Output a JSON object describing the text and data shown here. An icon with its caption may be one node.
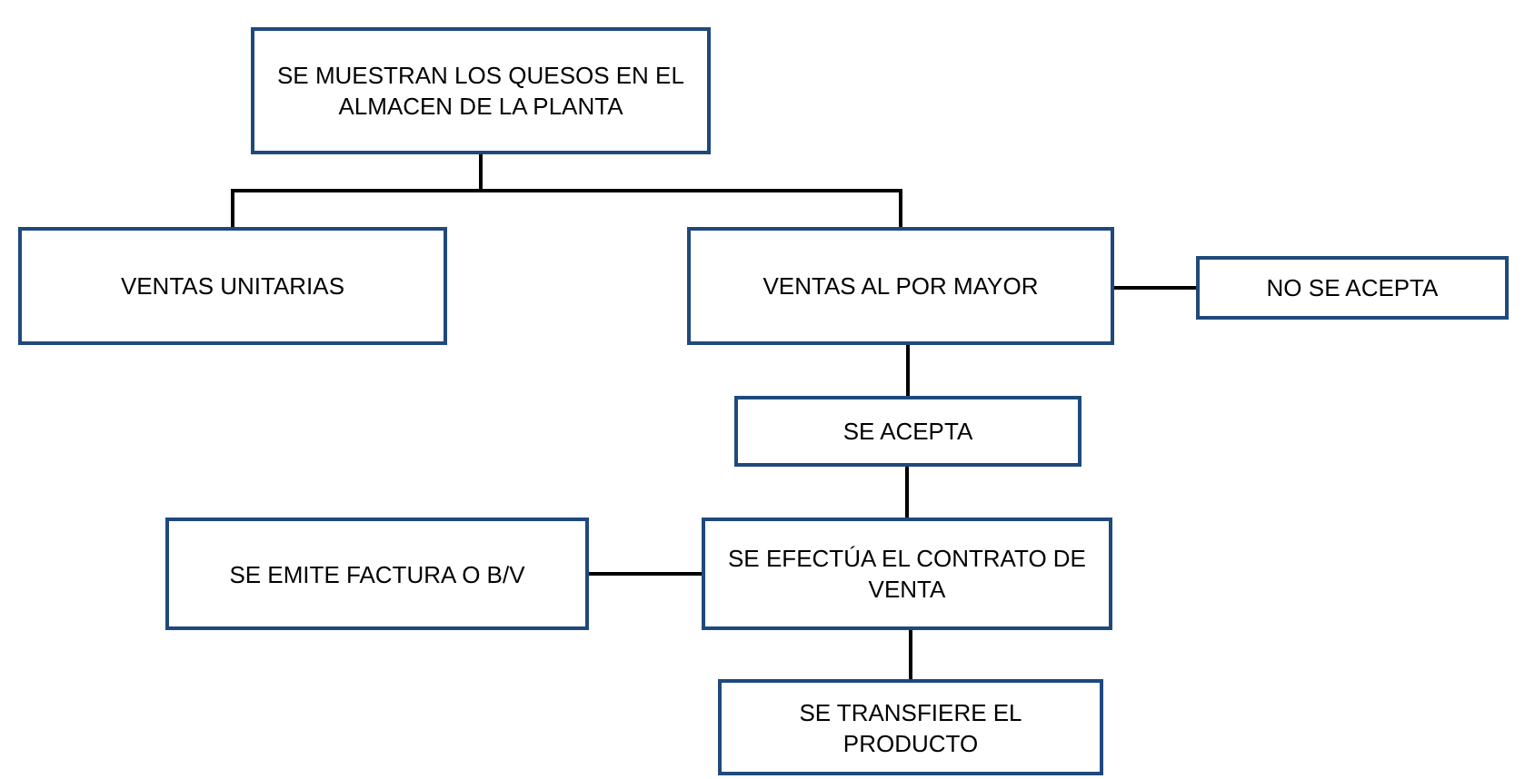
{
  "diagram": {
    "nodes": [
      {
        "text": [
          "SE MUESTRAN LOS QUESOS EN EL ALMACEN DE LA PLANTA"
        ]
      },
      {
        "text": [
          "VENTAS UNITARIAS"
        ]
      },
      {
        "text": [
          "VENTAS AL POR MAYOR"
        ]
      },
      {
        "text": [
          "NO SE ACEPTA"
        ]
      },
      {
        "text": [
          "SE ACEPTA"
        ]
      },
      {
        "text": [
          "SE EMITE FACTURA O B/V"
        ]
      },
      {
        "text": [
          "SE EFECTÚA EL CONTRATO DE VENTA"
        ]
      },
      {
        "text": [
          "SE TRANSFIERE EL PRODUCTO"
        ]
      }
    ],
    "edges": [
      {
        "from": 0,
        "to": 1,
        "arrow": "none"
      },
      {
        "from": 0,
        "to": 2,
        "arrow": "none"
      },
      {
        "from": 2,
        "to": 3,
        "arrow": "none"
      },
      {
        "from": 2,
        "to": 4,
        "arrow": "none"
      },
      {
        "from": 4,
        "to": 6,
        "arrow": "none"
      },
      {
        "from": 6,
        "to": 5,
        "arrow": "none"
      },
      {
        "from": 6,
        "to": 7,
        "arrow": "none"
      }
    ]
  }
}
